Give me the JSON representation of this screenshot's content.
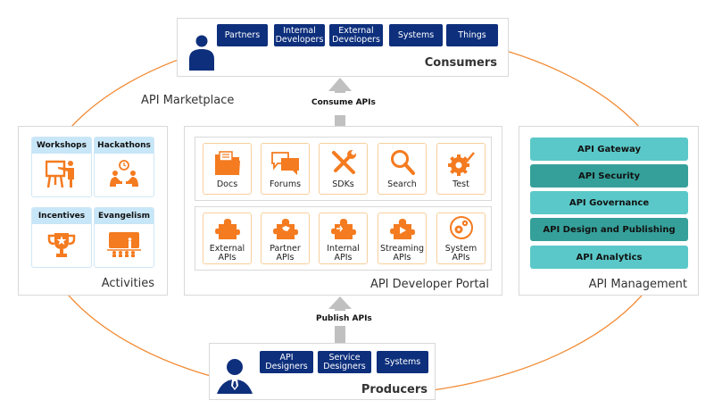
{
  "diagram": {
    "marketplace_label": "API Marketplace",
    "colors": {
      "ring": "#f28a33",
      "navy": "#0d2f7c",
      "orange": "#f47b20",
      "teal_light": "#5ac8c8",
      "teal_dark": "#35a09a",
      "activity_header": "#c7e6f7",
      "arrow": "#c0c0c0"
    },
    "consumers": {
      "title": "Consumers",
      "icon": "person-icon",
      "items": [
        "Partners",
        "Internal Developers",
        "External Developers",
        "Systems",
        "Things"
      ]
    },
    "consume_arrow_label": "Consume APIs",
    "publish_arrow_label": "Publish APIs",
    "activities": {
      "title": "Activities",
      "items": [
        {
          "label": "Workshops",
          "icon": "presentation-icon"
        },
        {
          "label": "Hackathons",
          "icon": "collaboration-clock-icon"
        },
        {
          "label": "Incentives",
          "icon": "trophy-icon"
        },
        {
          "label": "Evangelism",
          "icon": "audience-screen-icon"
        }
      ]
    },
    "portal": {
      "title": "API Developer Portal",
      "tools": [
        {
          "label": "Docs",
          "icon": "folder-icon"
        },
        {
          "label": "Forums",
          "icon": "chat-bubbles-icon"
        },
        {
          "label": "SDKs",
          "icon": "tools-icon"
        },
        {
          "label": "Search",
          "icon": "magnifier-icon"
        },
        {
          "label": "Test",
          "icon": "gear-check-icon"
        }
      ],
      "apis": [
        {
          "label": "External APIs",
          "icon": "puzzle-icon"
        },
        {
          "label": "Partner APIs",
          "icon": "puzzle-handshake-icon"
        },
        {
          "label": "Internal APIs",
          "icon": "puzzle-arrow-icon"
        },
        {
          "label": "Streaming APIs",
          "icon": "puzzle-play-icon"
        },
        {
          "label": "System APIs",
          "icon": "gears-circle-icon"
        }
      ]
    },
    "management": {
      "title": "API Management",
      "items": [
        "API Gateway",
        "API Security",
        "API Governance",
        "API Design and Publishing",
        "API Analytics"
      ]
    },
    "producers": {
      "title": "Producers",
      "icon": "businessman-icon",
      "items": [
        "API Designers",
        "Service Designers",
        "Systems"
      ]
    }
  }
}
